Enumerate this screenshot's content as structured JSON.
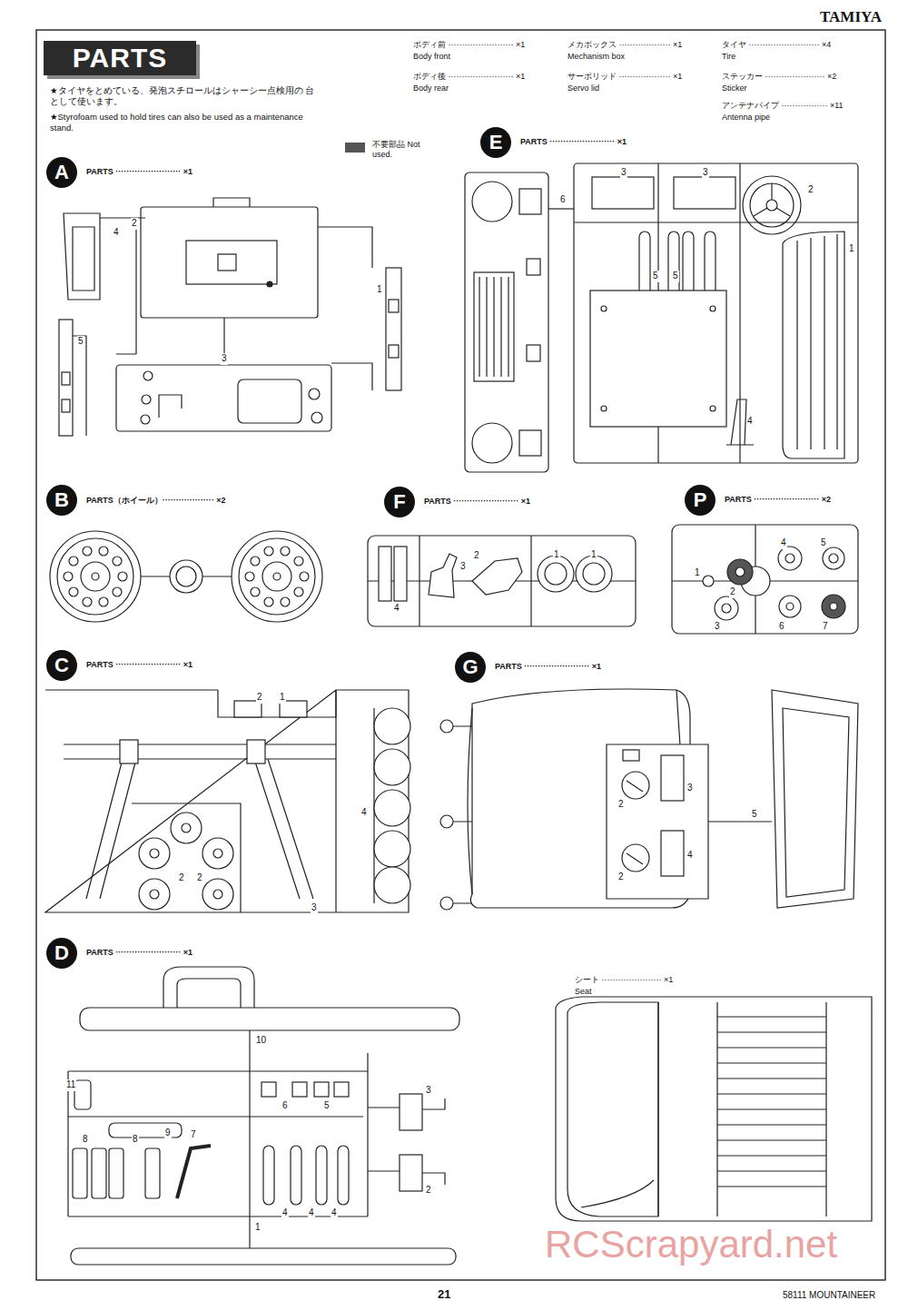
{
  "diagram": {
    "title": "PARTS",
    "nodes": [
      {
        "text": [
          "A",
          "PARTS ························ ×1"
        ]
      },
      {
        "text": [
          "E",
          "PARTS ························ ×1"
        ]
      },
      {
        "text": [
          "B",
          "PARTS（ホイール）··················· ×2"
        ]
      },
      {
        "text": [
          "F",
          "PARTS ························ ×1"
        ]
      },
      {
        "text": [
          "P",
          "PARTS ························ ×2"
        ]
      },
      {
        "text": [
          "C",
          "PARTS ························ ×1"
        ]
      },
      {
        "text": [
          "G",
          "PARTS ························ ×1"
        ]
      },
      {
        "text": [
          "D",
          "PARTS ························ ×1"
        ]
      }
    ],
    "labels": [
      "TAMIYA",
      "★タイヤをとめている、発泡スチロールはシャーシー点検用の 台として使います。",
      "★Styrofoam used to hold tires can also be used as a maintenance stand.",
      "ボディ前 ························ ×1",
      "Body front",
      "ボディ後 ························ ×1",
      "Body rear",
      "メカボックス ··················· ×1",
      "Mechanism box",
      "サーボリッド ··················· ×1",
      "Servo lid",
      "タイヤ ·························· ×4",
      "Tire",
      "ステッカー ······················ ×2",
      "Sticker",
      "アンテナパイプ ················· ×11",
      "Antenna pipe",
      "4",
      "2",
      "5",
      "3",
      "1",
      "6",
      "3",
      "3",
      "2",
      "5",
      "5",
      "1",
      "4",
      "4",
      "3",
      "2",
      "1",
      "1",
      "1",
      "2",
      "3",
      "4",
      "5",
      "6",
      "7",
      "2",
      "1",
      "2",
      "2",
      "4",
      "3",
      "2",
      "3",
      "2",
      "4",
      "5",
      "10",
      "11",
      "9",
      "6",
      "5",
      "3",
      "8",
      "8",
      "7",
      "4",
      "4",
      "4",
      "2",
      "1",
      "シート ······················ ×1",
      "Seat",
      "21",
      "58111 MOUNTAINEER",
      "RCScrapyard.net"
    ],
    "legend": [
      {
        "text": "不要部品 Not used.",
        "color": "#555555"
      }
    ]
  }
}
